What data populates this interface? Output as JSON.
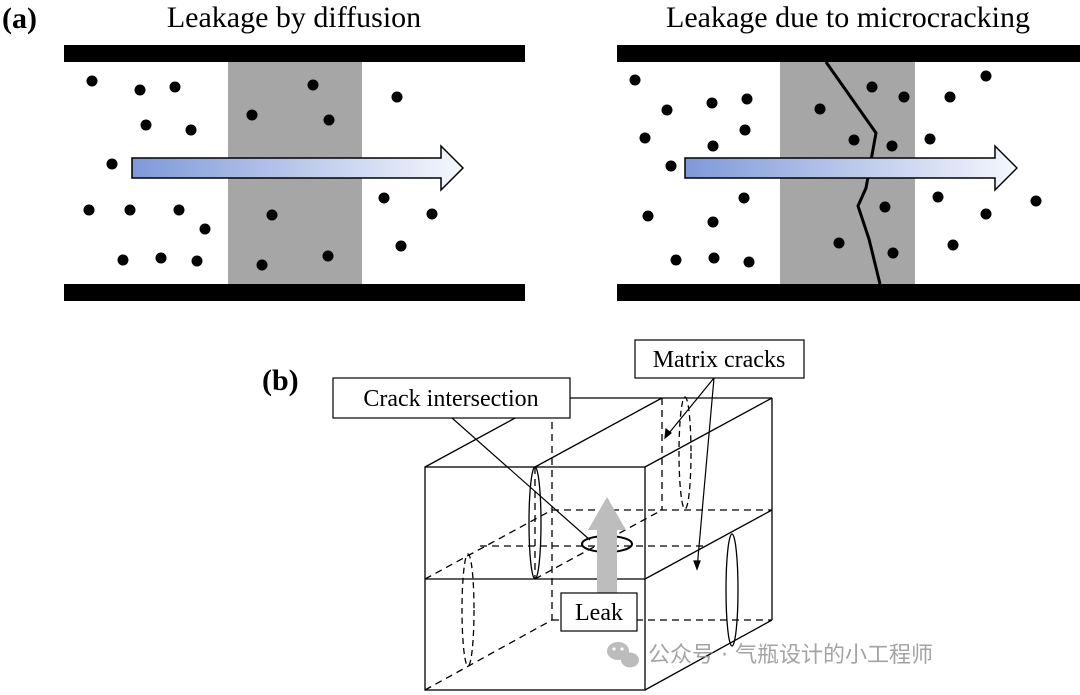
{
  "panel_a": {
    "letter": "(a)",
    "left_title": "Leakage by diffusion",
    "right_title": "Leakage due to microcracking"
  },
  "panel_b": {
    "letter": "(b)",
    "label_crack_intersection": "Crack intersection",
    "label_matrix_cracks": "Matrix cracks",
    "label_leak": "Leak"
  },
  "watermark": {
    "text": "公众号 · 气瓶设计的小工程师",
    "icon": "wechat-icon"
  },
  "colors": {
    "arrow_start": "#7f99d9",
    "arrow_end": "#f5f7fd",
    "membrane": "#a6a6a6",
    "leak_arrow": "#bdbdbd"
  }
}
